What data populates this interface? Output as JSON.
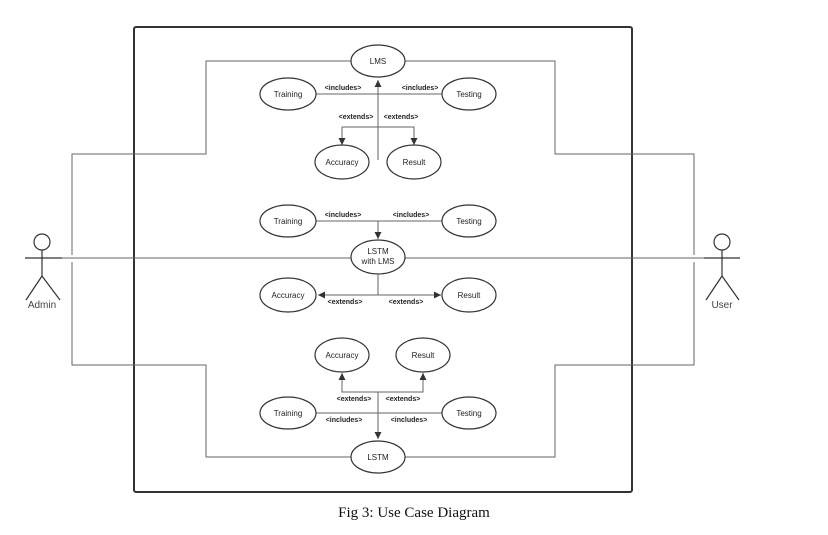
{
  "actors": {
    "admin": "Admin",
    "user": "User"
  },
  "groups": [
    {
      "main": "LMS",
      "training": "Training",
      "testing": "Testing",
      "accuracy": "Accuracy",
      "result": "Result",
      "includes_left": "<includes>",
      "includes_right": "<includes>",
      "extends_left": "<extends>",
      "extends_right": "<extends>"
    },
    {
      "main_line1": "LSTM",
      "main_line2": "with LMS",
      "training": "Training",
      "testing": "Testing",
      "accuracy": "Accuracy",
      "result": "Result",
      "includes_left": "<includes>",
      "includes_right": "<includes>",
      "extends_left": "<extends>",
      "extends_right": "<extends>"
    },
    {
      "main": "LSTM",
      "training": "Training",
      "testing": "Testing",
      "accuracy": "Accuracy",
      "result": "Result",
      "includes_left": "<includes>",
      "includes_right": "<includes>",
      "extends_left": "<extends>",
      "extends_right": "<extends>"
    }
  ],
  "caption": "Fig 3: Use Case Diagram"
}
